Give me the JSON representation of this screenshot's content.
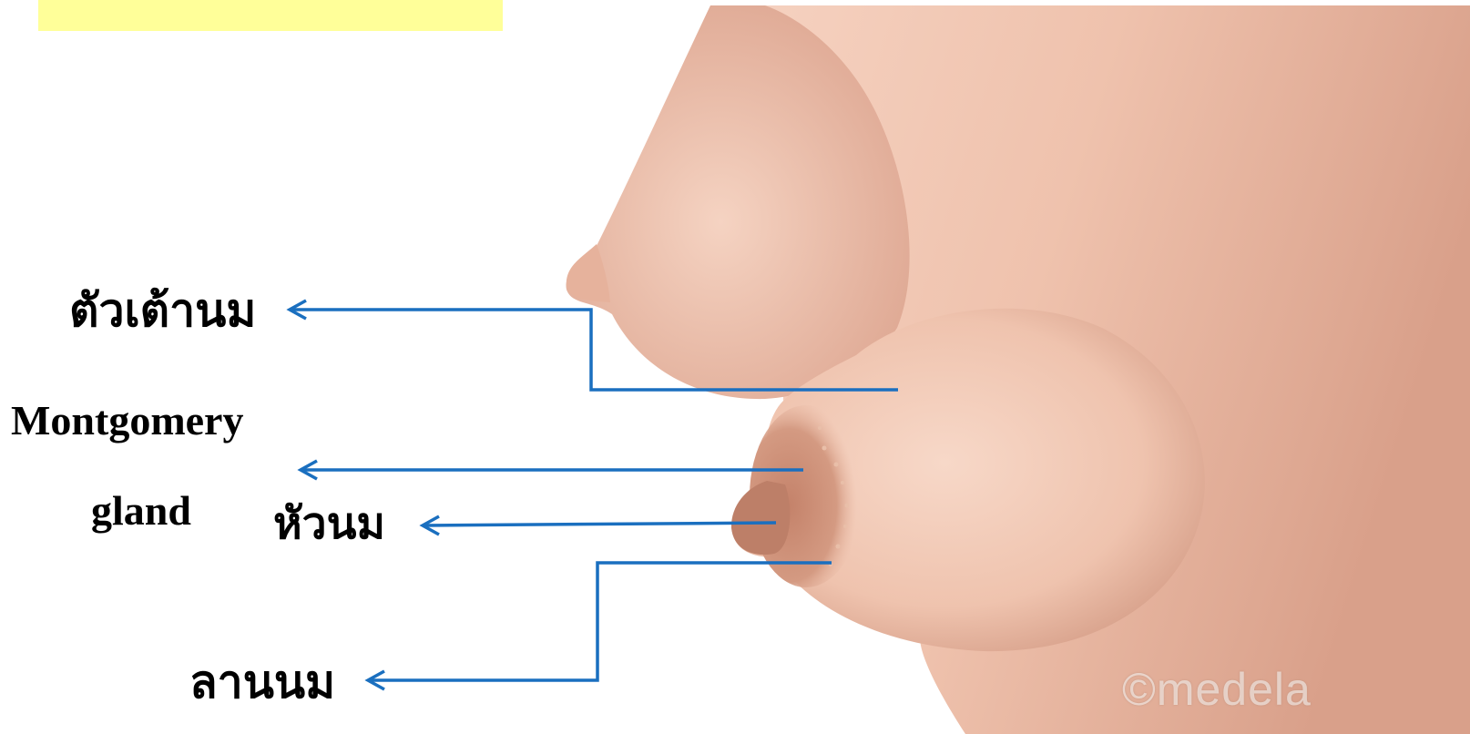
{
  "labels": {
    "breast": "ตัวเต้านม",
    "montgomery_line1": "Montgomery",
    "montgomery_line2": "gland",
    "nipple": "หัวนม",
    "areola": "ลานนม"
  },
  "watermark": "©medela",
  "colors": {
    "title_box": "#ffff99",
    "arrow": "#1a6fbf",
    "skin": "#f0c3ae",
    "areola": "#c98a70"
  }
}
